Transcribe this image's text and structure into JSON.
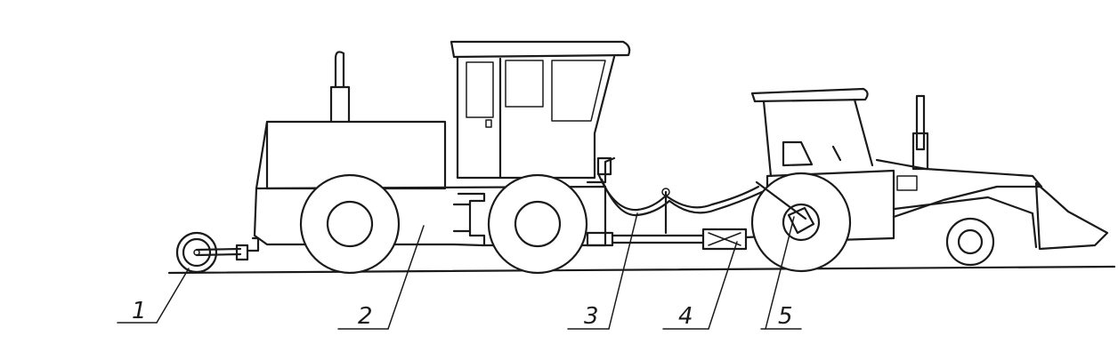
{
  "callouts": [
    {
      "id": "1",
      "label": "1"
    },
    {
      "id": "2",
      "label": "2"
    },
    {
      "id": "3",
      "label": "3"
    },
    {
      "id": "4",
      "label": "4"
    },
    {
      "id": "5",
      "label": "5"
    }
  ],
  "colors": {
    "stroke": "#1a1a1a",
    "background": "#ffffff"
  }
}
